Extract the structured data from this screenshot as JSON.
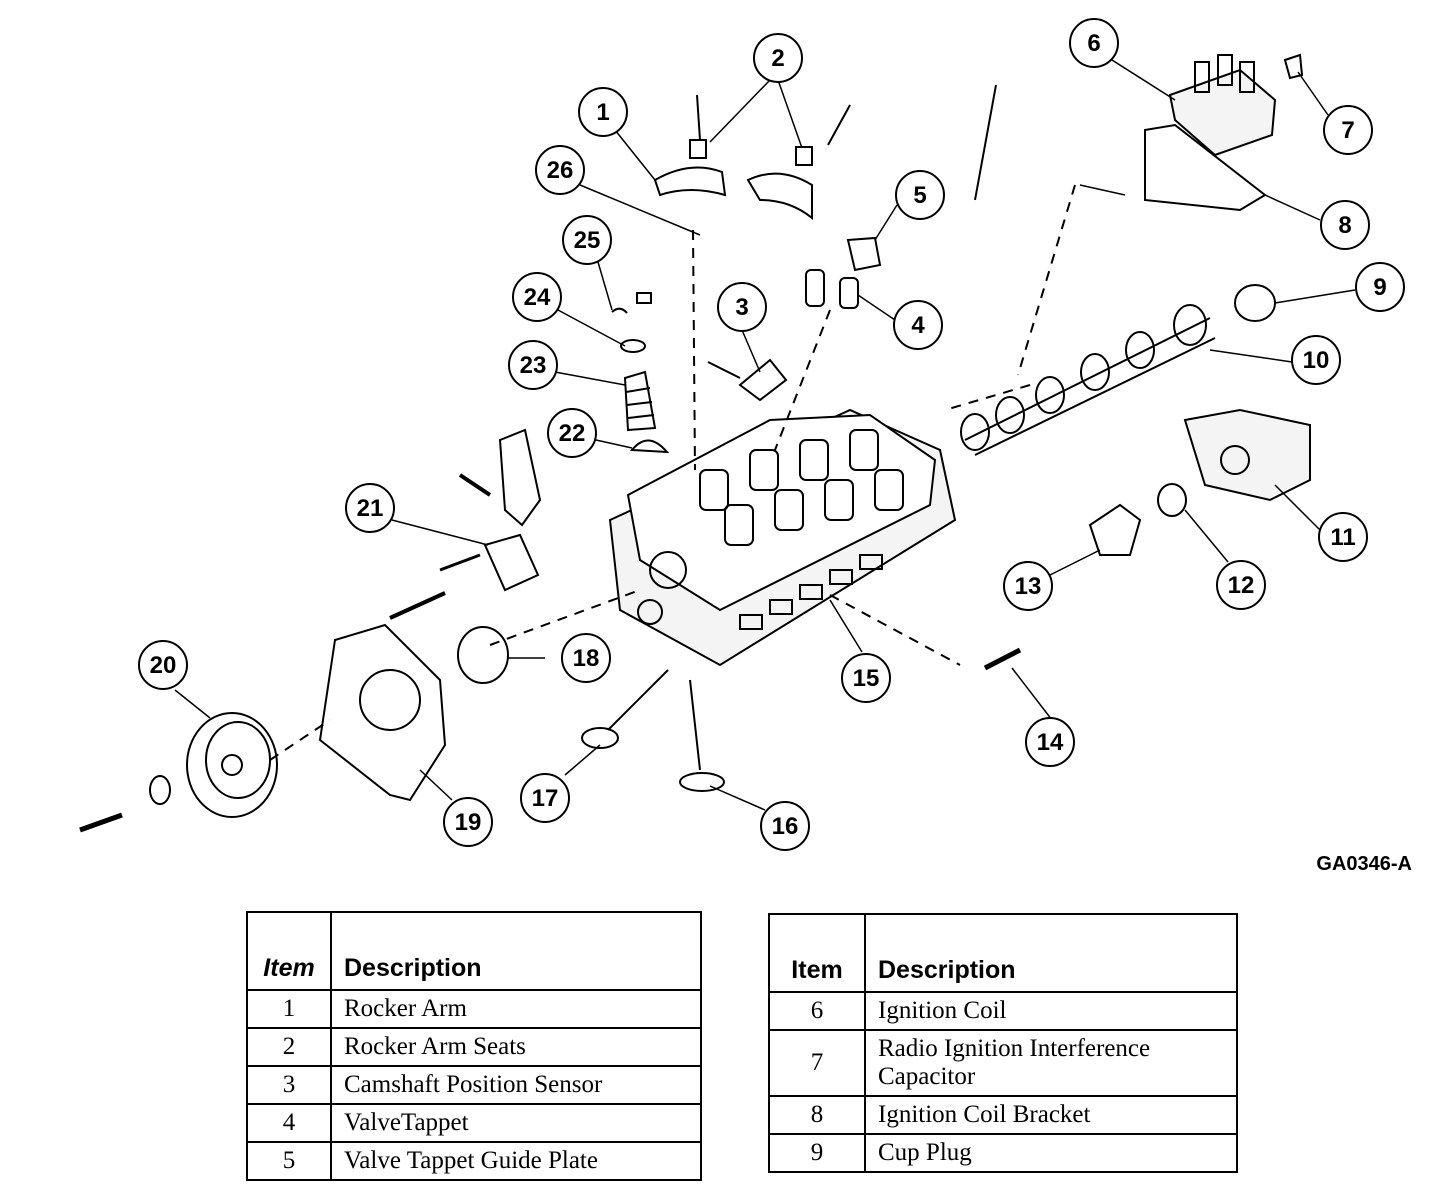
{
  "reference_code": "GA0346-A",
  "callouts": [
    "1",
    "2",
    "3",
    "4",
    "5",
    "6",
    "7",
    "8",
    "9",
    "10",
    "11",
    "12",
    "13",
    "14",
    "15",
    "16",
    "17",
    "18",
    "19",
    "20",
    "21",
    "22",
    "23",
    "24",
    "25",
    "26"
  ],
  "legend_left": {
    "header_item": "Item",
    "header_desc": "Description",
    "rows": [
      {
        "item": "1",
        "desc": "Rocker Arm"
      },
      {
        "item": "2",
        "desc": "Rocker Arm Seats"
      },
      {
        "item": "3",
        "desc": "Camshaft Position Sensor"
      },
      {
        "item": "4",
        "desc": "ValveTappet"
      },
      {
        "item": "5",
        "desc": "Valve Tappet Guide Plate"
      }
    ]
  },
  "legend_right": {
    "header_item": "Item",
    "header_desc": "Description",
    "rows": [
      {
        "item": "6",
        "desc": "Ignition Coil"
      },
      {
        "item": "7",
        "desc": "Radio Ignition Interference Capacitor"
      },
      {
        "item": "8",
        "desc": "Ignition Coil Bracket"
      },
      {
        "item": "9",
        "desc": "Cup Plug"
      }
    ]
  }
}
